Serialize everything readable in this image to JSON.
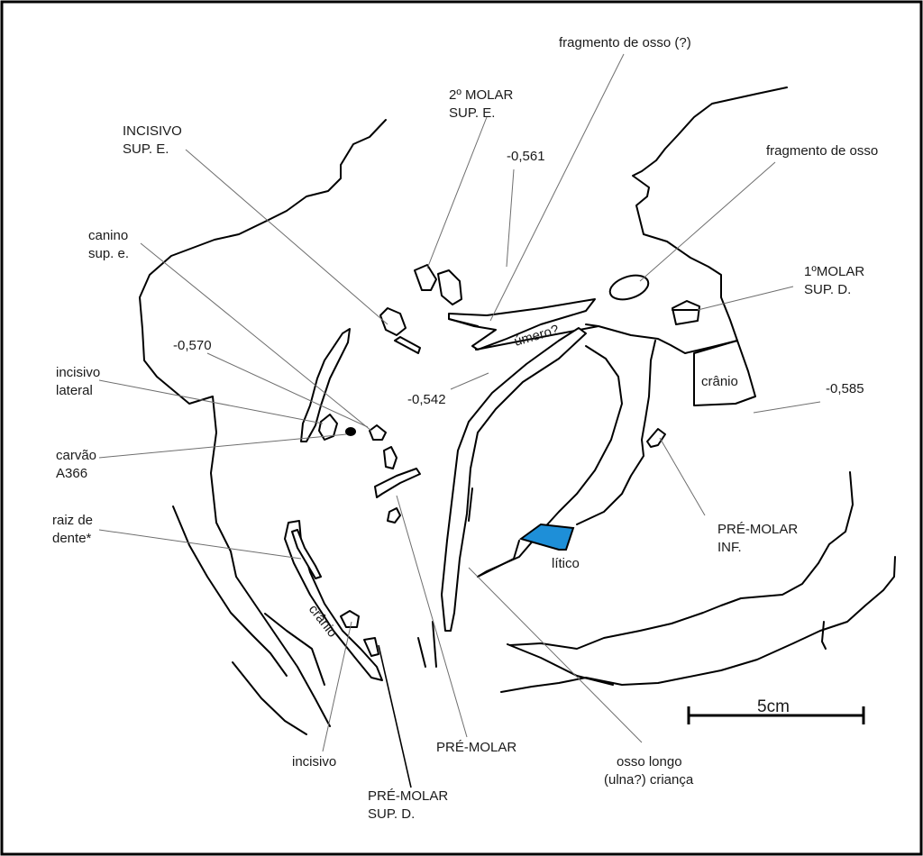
{
  "labels": {
    "fragmento_osso_q": "fragmento de osso (?)",
    "segundo_molar_1": "2º MOLAR",
    "segundo_molar_2": "SUP. E.",
    "incisivo_sup_1": "INCISIVO",
    "incisivo_sup_2": "SUP. E.",
    "cota_561": "-0,561",
    "fragmento_osso": "fragmento de osso",
    "canino_1": "canino",
    "canino_2": "sup. e.",
    "primeiro_molar_1": "1ºMOLAR",
    "primeiro_molar_2": "SUP. D.",
    "umero": "úmero?",
    "cota_570": "-0,570",
    "incisivo_lateral_1": "incisivo",
    "incisivo_lateral_2": "lateral",
    "cota_542": "-0,542",
    "cranio_direita": "crânio",
    "cota_585": "-0,585",
    "carvao_1": "carvão",
    "carvao_2": "A366",
    "raiz_1": "raiz de",
    "raiz_2": "dente*",
    "pre_molar_inf_1": "PRÉ-MOLAR",
    "pre_molar_inf_2": "INF.",
    "litico": "lítico",
    "cranio_esquerda": "crânio",
    "scale": "5cm",
    "incisivo": "incisivo",
    "pre_molar": "PRÉ-MOLAR",
    "osso_longo_1": "osso longo",
    "osso_longo_2": "(ulna?) criança",
    "pre_molar_sup_1": "PRÉ-MOLAR",
    "pre_molar_sup_2": "SUP. D."
  },
  "colors": {
    "litico_fill": "#1e8fd8",
    "outline": "#000000",
    "leader": "#6e6e6e"
  }
}
